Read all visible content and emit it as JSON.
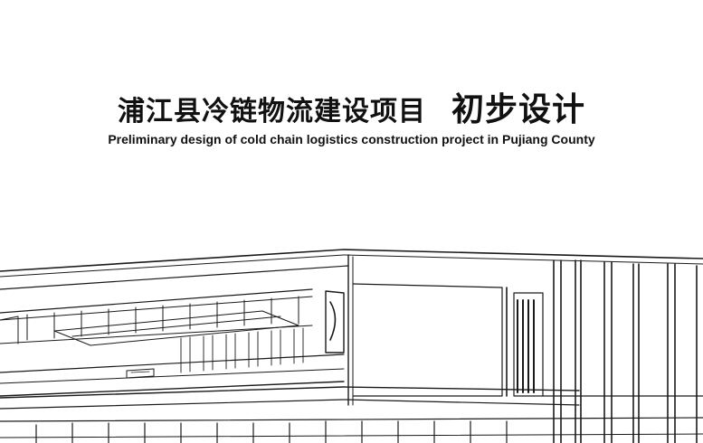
{
  "document": {
    "title_cn": "浦江县冷链物流建设项目",
    "title_cn_suffix": "初步设计",
    "title_en": "Preliminary design of cold chain logistics construction project in Pujiang County"
  },
  "colors": {
    "text": "#111111",
    "line": "#1a1a1a",
    "background": "#ffffff"
  }
}
